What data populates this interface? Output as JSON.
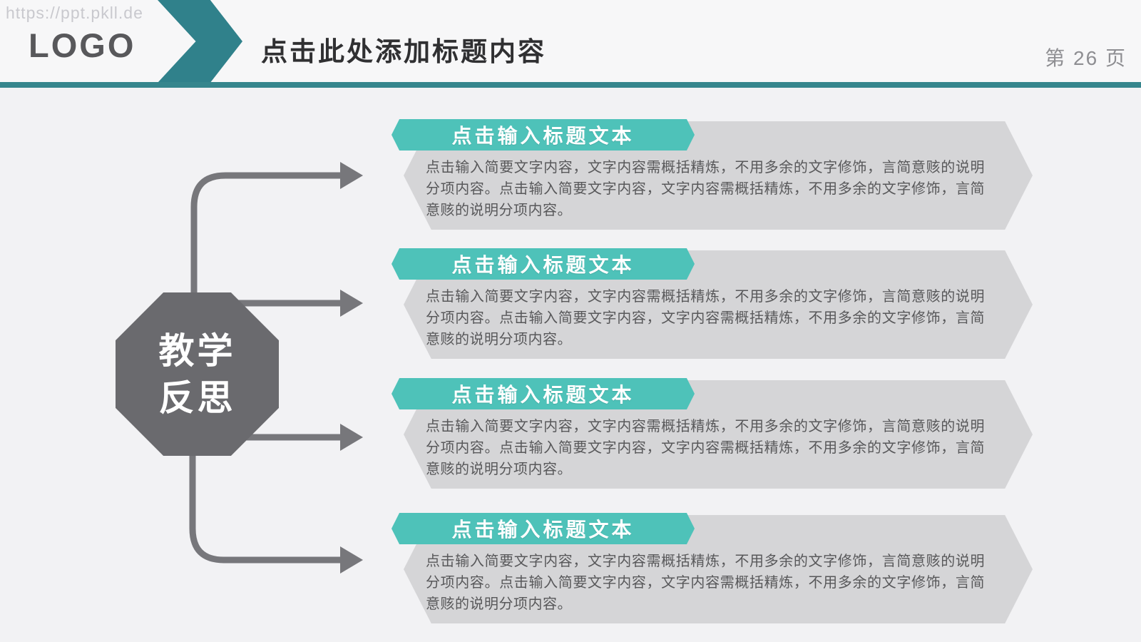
{
  "page": {
    "watermark": "https://ppt.pkll.de",
    "logo": "LOGO",
    "title": "点击此处添加标题内容",
    "page_number": "第 26 页"
  },
  "diagram": {
    "center": {
      "label_line1": "教学",
      "label_line2": "反思"
    },
    "blocks": [
      {
        "title": "点击输入标题文本",
        "body": "点击输入简要文字内容，文字内容需概括精炼，不用多余的文字修饰，言简意赅的说明分项内容。点击输入简要文字内容，文字内容需概括精炼，不用多余的文字修饰，言简意赅的说明分项内容。"
      },
      {
        "title": "点击输入标题文本",
        "body": "点击输入简要文字内容，文字内容需概括精炼，不用多余的文字修饰，言简意赅的说明分项内容。点击输入简要文字内容，文字内容需概括精炼，不用多余的文字修饰，言简意赅的说明分项内容。"
      },
      {
        "title": "点击输入标题文本",
        "body": "点击输入简要文字内容，文字内容需概括精炼，不用多余的文字修饰，言简意赅的说明分项内容。点击输入简要文字内容，文字内容需概括精炼，不用多余的文字修饰，言简意赅的说明分项内容。"
      },
      {
        "title": "点击输入标题文本",
        "body": "点击输入简要文字内容，文字内容需概括精炼，不用多余的文字修饰，言简意赅的说明分项内容。点击输入简要文字内容，文字内容需概括精炼，不用多余的文字修饰，言简意赅的说明分项内容。"
      }
    ]
  },
  "colors": {
    "accent_teal": "#4ec2b9",
    "dark_teal": "#30818b",
    "header_rule_teal": "#36868d",
    "shape_gray": "#6a6a6e",
    "connector_gray": "#77777b",
    "block_gray": "#d5d5d7",
    "background": "#f2f2f4"
  }
}
